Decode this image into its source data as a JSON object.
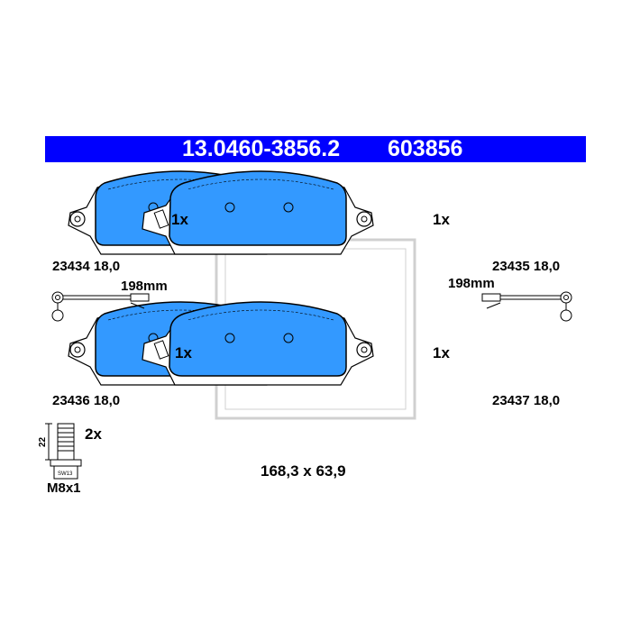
{
  "header": {
    "part_number": "13.0460-3856.2",
    "ref_number": "603856",
    "background_color": "#0000ff"
  },
  "pads": [
    {
      "quantity": "1x",
      "part_code": "23434",
      "thickness": "18,0"
    },
    {
      "quantity": "1x",
      "part_code": "23435",
      "thickness": "18,0"
    },
    {
      "quantity": "1x",
      "part_code": "23436",
      "thickness": "18,0"
    },
    {
      "quantity": "1x",
      "part_code": "23437",
      "thickness": "18,0"
    }
  ],
  "sensors": [
    {
      "length": "198mm"
    },
    {
      "length": "198mm"
    }
  ],
  "bolt": {
    "quantity": "2x",
    "height": "22",
    "wrench": "SW13",
    "thread": "M8x1"
  },
  "dimensions": "168,3 x 63,9",
  "colors": {
    "pad_fill": "#3399ff",
    "outline": "#000000"
  }
}
